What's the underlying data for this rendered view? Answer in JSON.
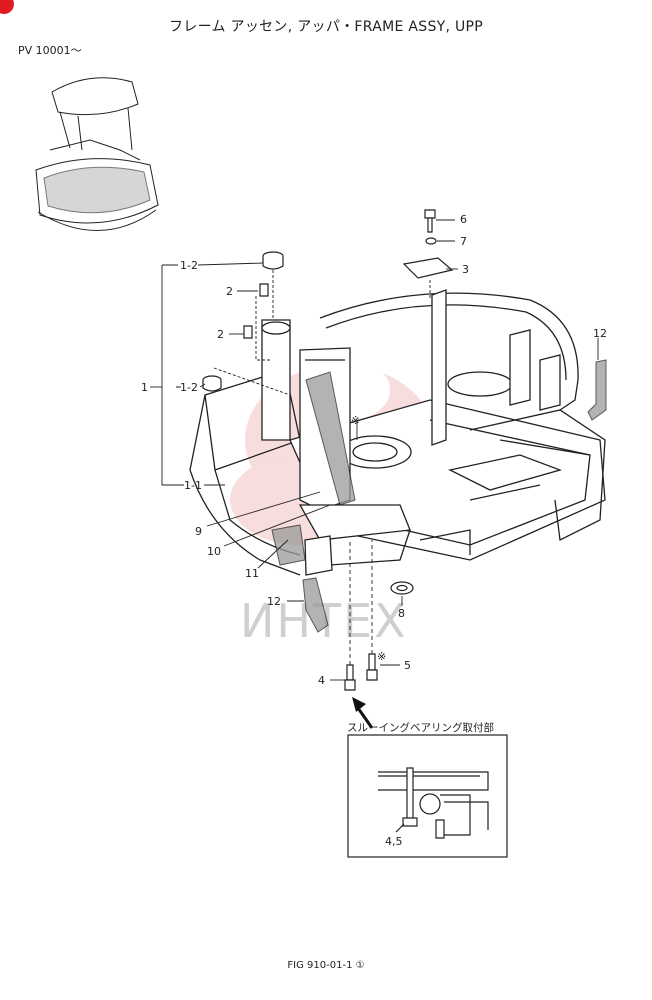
{
  "header": {
    "title": "フレーム アッセン, アッパ・FRAME ASSY, UPP",
    "serial": "PV 10001～"
  },
  "watermark": "ИНТЕХ",
  "callouts": {
    "c1": "1",
    "c1_1": "1-1",
    "c1_2a": "1-2",
    "c1_2b": "1-2",
    "c2a": "2",
    "c2b": "2",
    "c3": "3",
    "c4": "4",
    "c5": "5",
    "c6": "6",
    "c7": "7",
    "c8": "8",
    "c9": "9",
    "c10": "10",
    "c11": "11",
    "c12a": "12",
    "c12b": "12",
    "mark_a": "※",
    "mark_b": "※"
  },
  "inset": {
    "title": "スルーイングベアリング取付部",
    "label": "4,5"
  },
  "footer": {
    "fig": "FIG  910-01-1 ①"
  },
  "colors": {
    "line": "#222222",
    "watermark_red": "#e8a0a0",
    "watermark_gray": "#cfcfcf",
    "badge": "#e01b24"
  }
}
